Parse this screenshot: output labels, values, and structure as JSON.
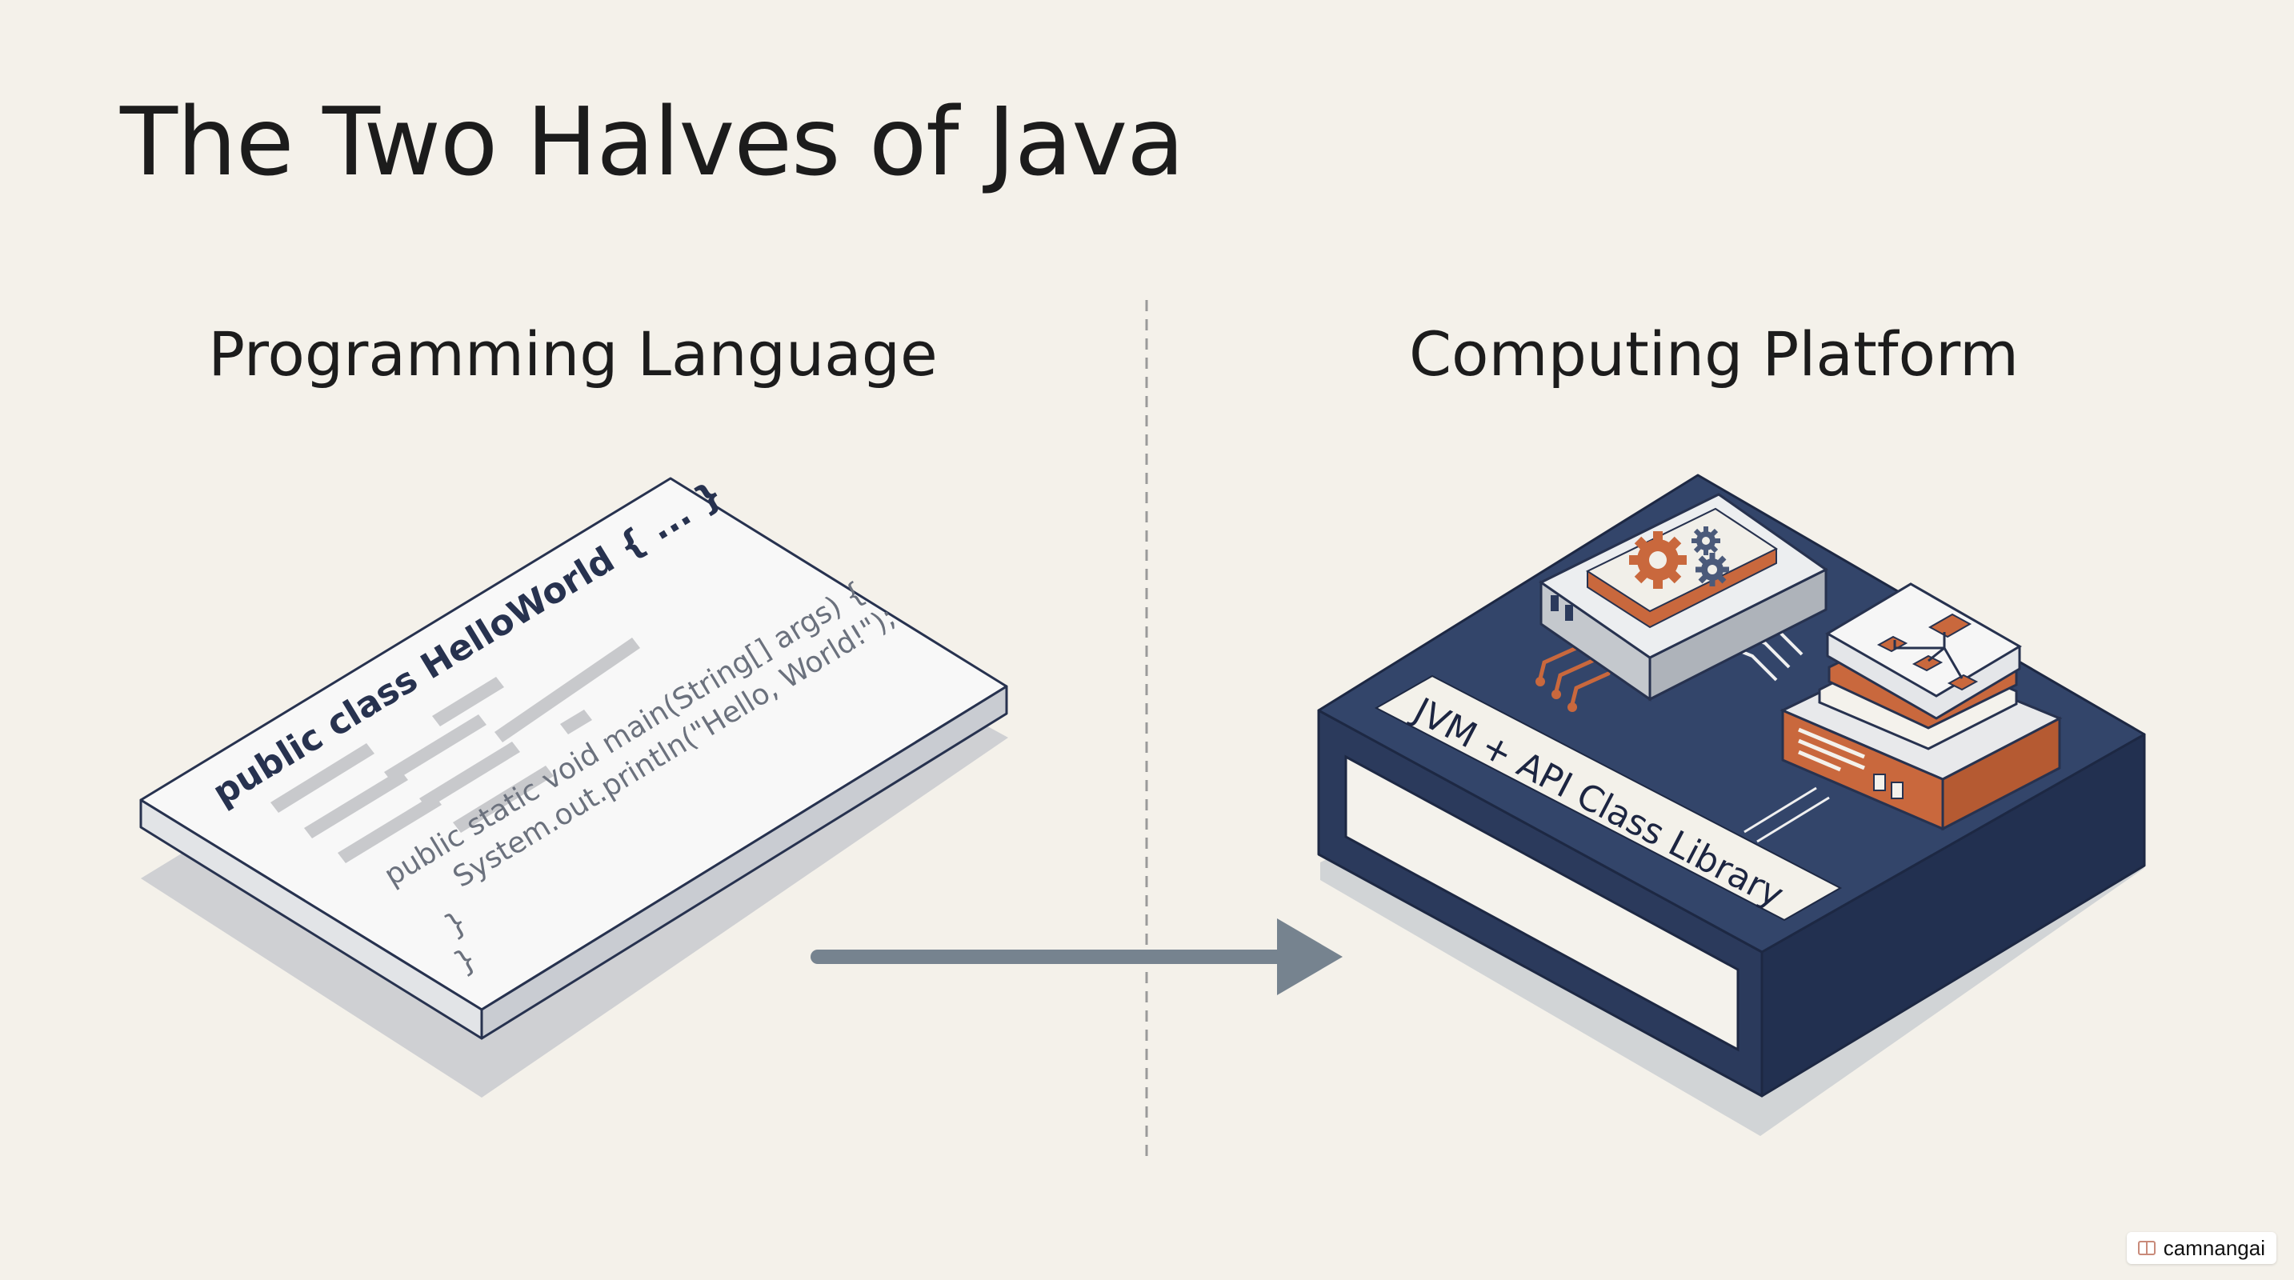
{
  "title": "The Two Halves of Java",
  "left": {
    "heading": "Programming Language",
    "code": {
      "class_line": "public class HelloWorld { ... }",
      "main_line": "public static void main(String[] args) {",
      "print_line": "System.out.println(\"Hello, World!\");",
      "close_inner": "}",
      "close_outer": "}"
    }
  },
  "right": {
    "heading": "Computing Platform",
    "platform_label": "JVM + API Class Library"
  },
  "watermark": {
    "text": "camnangai"
  },
  "colors": {
    "background": "#f4f1ea",
    "navy": "#2d3c5e",
    "orange": "#c9683d",
    "arrow": "#76838f",
    "paper": "#f8f8f8"
  },
  "icons": [
    "gear-icon",
    "hierarchy-icon",
    "arrow-right-icon"
  ]
}
